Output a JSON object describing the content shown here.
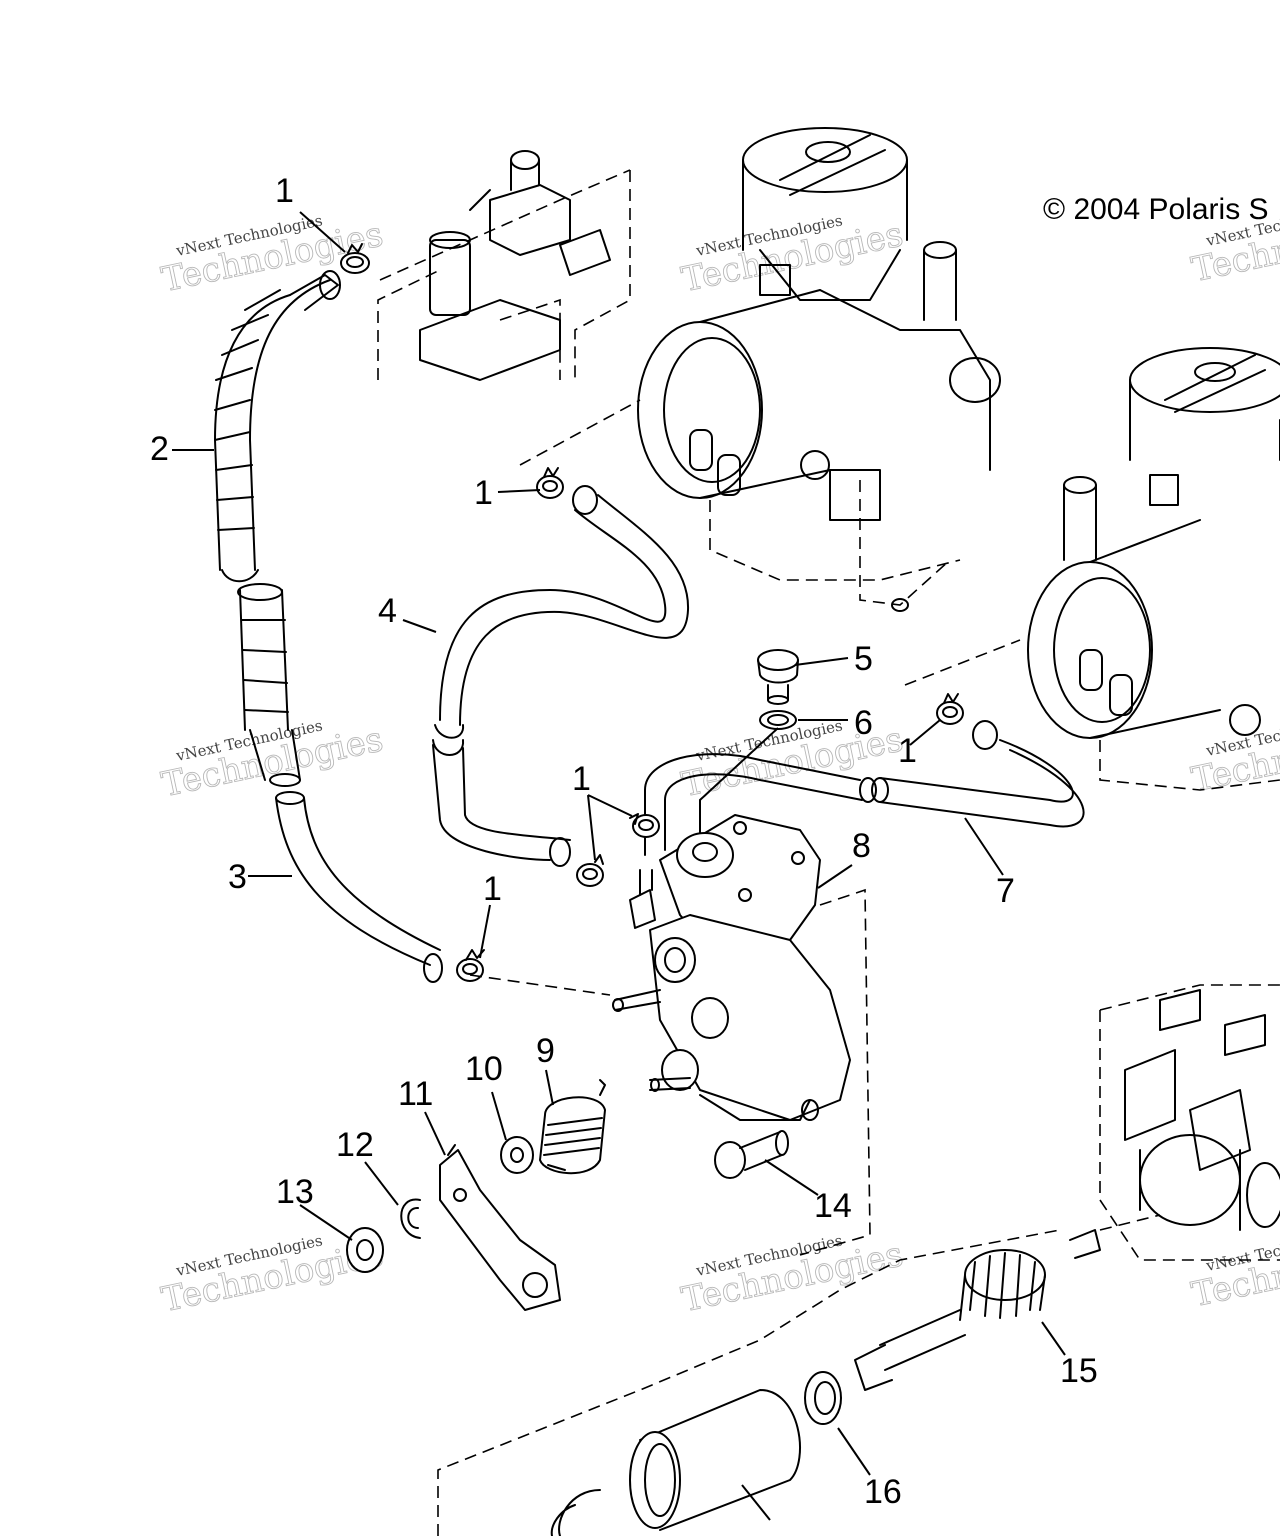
{
  "copyright": "© 2004 Polaris S",
  "watermark": {
    "line1": "vNext Technologies",
    "line2": "Technologies"
  },
  "callouts": [
    "1",
    "2",
    "1",
    "4",
    "5",
    "6",
    "1",
    "1",
    "7",
    "8",
    "3",
    "1",
    "9",
    "10",
    "11",
    "12",
    "13",
    "14",
    "15",
    "16"
  ],
  "colors": {
    "line": "#000000",
    "background": "#ffffff",
    "watermark": "#b8b8b8"
  }
}
